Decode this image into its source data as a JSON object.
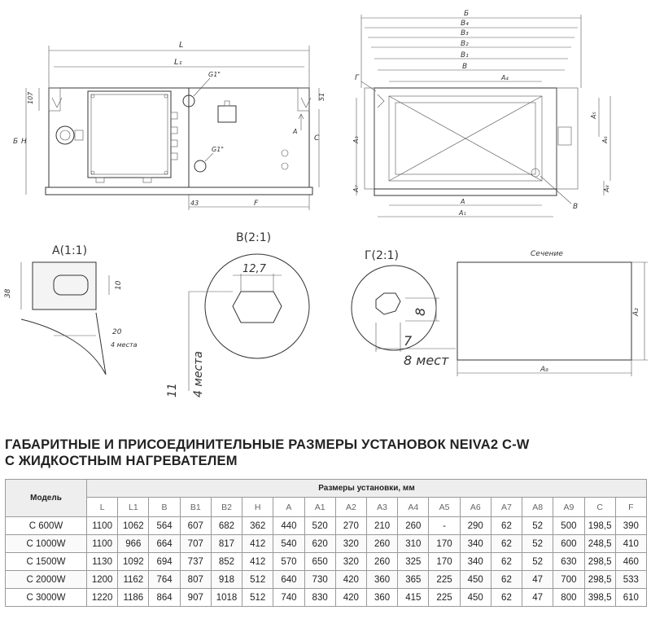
{
  "drawing": {
    "front_view": {
      "L": "L",
      "L1": "L₁",
      "H": "H",
      "B": "Б",
      "h107": "107",
      "d51": "51",
      "C": "C",
      "A_arrow": "A",
      "G1_top": "G1\"",
      "G1_bottom": "G1\"",
      "d43": "43",
      "F": "F"
    },
    "side_view": {
      "B": "Б",
      "B4": "B₄",
      "B3": "B₃",
      "B2": "B₂",
      "B1": "B₁",
      "Bb": "B",
      "A4": "A₄",
      "A3": "A₃",
      "A7": "A₇",
      "A5": "A₅",
      "A6": "A₆",
      "A8": "A₈",
      "A": "A",
      "A1": "A₁",
      "G": "Г",
      "V": "В"
    },
    "detail_a": {
      "title": "A(1:1)",
      "d38": "38",
      "d10": "10",
      "d20": "20",
      "places": "4 места"
    },
    "detail_v": {
      "title": "B(2:1)",
      "d12_7": "12,7",
      "d11": "11",
      "places": "4 места"
    },
    "detail_g": {
      "title": "Г(2:1)",
      "d8": "8",
      "d7": "7",
      "places": "8 мест"
    },
    "section": {
      "label": "Сечение",
      "A2": "A₂",
      "A9": "A₉"
    }
  },
  "title_line1": "ГАБАРИТНЫЕ И ПРИСОЕДИНИТЕЛЬНЫЕ РАЗМЕРЫ УСТАНОВОК NEIVA2 C-W",
  "title_line2": "С ЖИДКОСТНЫМ НАГРЕВАТЕЛЕМ",
  "table": {
    "model_header": "Модель",
    "group_header": "Размеры установки, мм",
    "columns": [
      "L",
      "L1",
      "B",
      "B1",
      "B2",
      "H",
      "A",
      "A1",
      "A2",
      "A3",
      "A4",
      "A5",
      "A6",
      "A7",
      "A8",
      "A9",
      "C",
      "F"
    ],
    "rows": [
      {
        "model": "C 600W",
        "values": [
          "1100",
          "1062",
          "564",
          "607",
          "682",
          "362",
          "440",
          "520",
          "270",
          "210",
          "260",
          "-",
          "290",
          "62",
          "52",
          "500",
          "198,5",
          "390"
        ]
      },
      {
        "model": "C 1000W",
        "values": [
          "1100",
          "966",
          "664",
          "707",
          "817",
          "412",
          "540",
          "620",
          "320",
          "260",
          "310",
          "170",
          "340",
          "62",
          "52",
          "600",
          "248,5",
          "410"
        ]
      },
      {
        "model": "C 1500W",
        "values": [
          "1130",
          "1092",
          "694",
          "737",
          "852",
          "412",
          "570",
          "650",
          "320",
          "260",
          "325",
          "170",
          "340",
          "62",
          "52",
          "630",
          "298,5",
          "460"
        ]
      },
      {
        "model": "C 2000W",
        "values": [
          "1200",
          "1162",
          "764",
          "807",
          "918",
          "512",
          "640",
          "730",
          "420",
          "360",
          "365",
          "225",
          "450",
          "62",
          "47",
          "700",
          "298,5",
          "533"
        ]
      },
      {
        "model": "C 3000W",
        "values": [
          "1220",
          "1186",
          "864",
          "907",
          "1018",
          "512",
          "740",
          "830",
          "420",
          "360",
          "415",
          "225",
          "450",
          "62",
          "47",
          "800",
          "398,5",
          "610"
        ]
      }
    ]
  }
}
